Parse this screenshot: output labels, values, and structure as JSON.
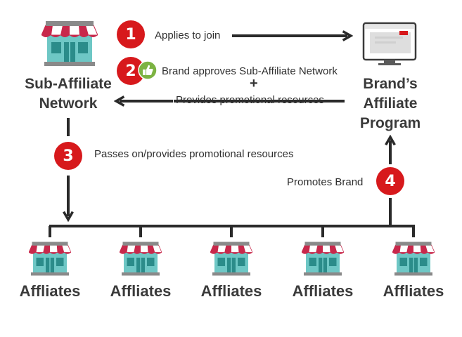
{
  "sub_network": {
    "line1": "Sub-Affiliate",
    "line2": "Network"
  },
  "brand_program": {
    "line1": "Brand’s",
    "line2": "Affiliate",
    "line3": "Program"
  },
  "steps": [
    {
      "number": "1",
      "label": "Applies to join"
    },
    {
      "number": "2",
      "label": "Brand approves Sub-Affiliate Network",
      "plus": "+",
      "label2": "Provides promotional resources"
    },
    {
      "number": "3",
      "label": "Passes on/provides promotional resources"
    },
    {
      "number": "4",
      "label": "Promotes Brand"
    }
  ],
  "affiliates": [
    "Affliates",
    "Affliates",
    "Affliates",
    "Affliates",
    "Affliates"
  ],
  "colors": {
    "accent": "#d7191c",
    "line": "#2a2a2a",
    "awning": "#c8284b",
    "shop_body": "#6ec7c5",
    "thumbs": "#7cb342"
  },
  "icons": {
    "store": "storefront-icon",
    "browser": "browser-window-icon",
    "thumbs": "thumbs-up-icon"
  }
}
